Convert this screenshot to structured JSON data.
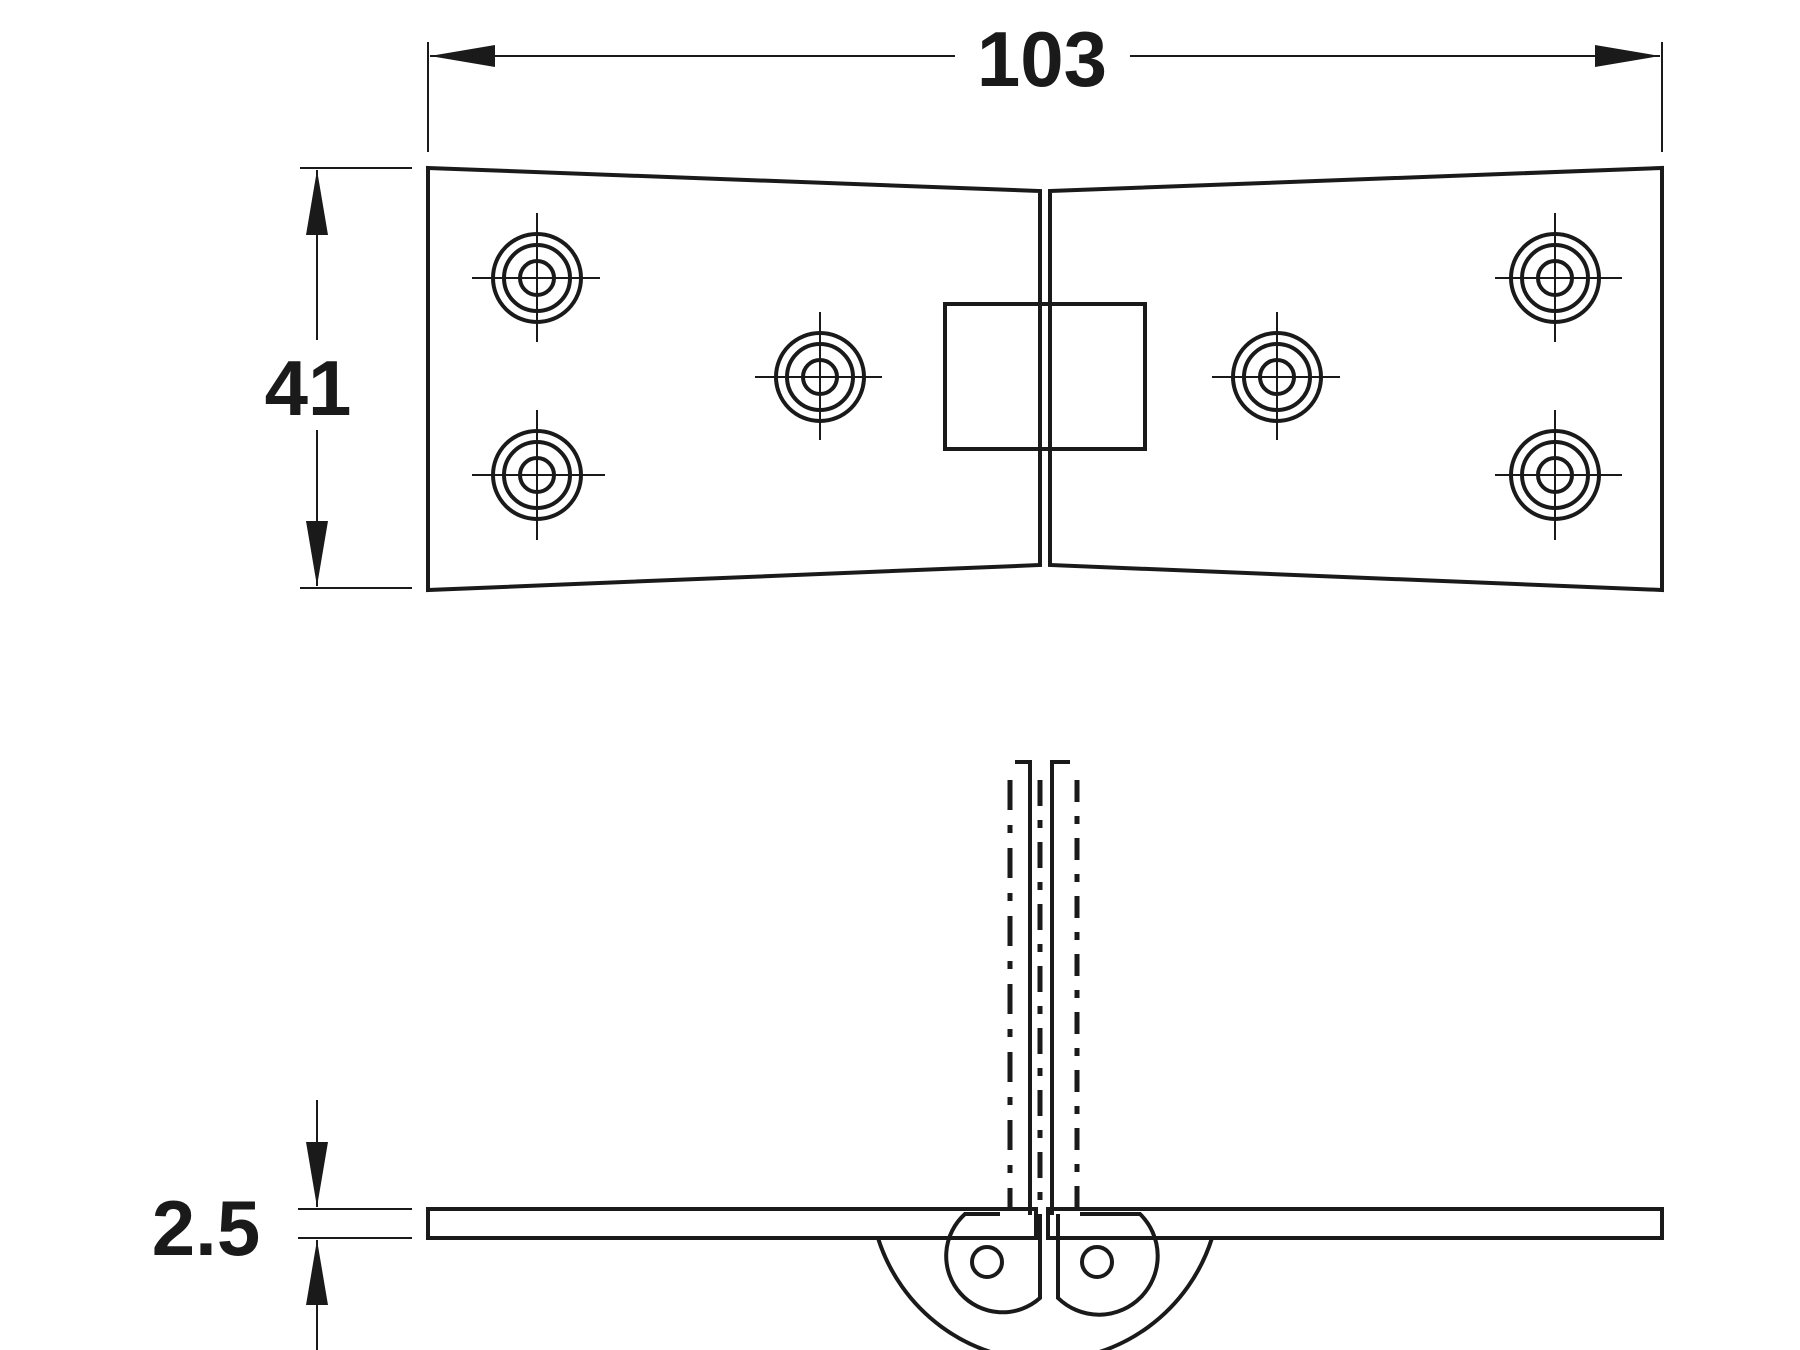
{
  "dimensions": {
    "width": "103",
    "height": "41",
    "thickness": "2.5"
  },
  "colors": {
    "line": "#1a1a1a",
    "background": "#ffffff"
  }
}
